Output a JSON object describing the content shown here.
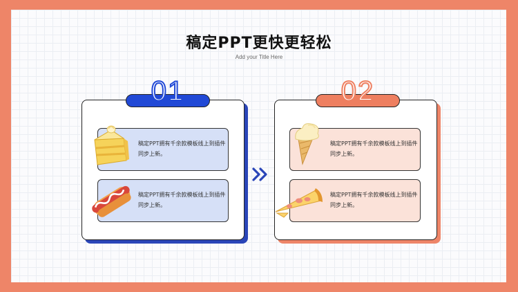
{
  "header": {
    "title": "稿定PPT更快更轻松",
    "subtitle": "Add your Title Here"
  },
  "cards": [
    {
      "number": "01",
      "accent": "#2149D6",
      "items": [
        {
          "icon": "cake-slice-icon",
          "text": "稿定PPT拥有千余款模板线上到插件同步上新。"
        },
        {
          "icon": "hot-dog-icon",
          "text": "稿定PPT拥有千余款模板线上到插件同步上新。"
        }
      ]
    },
    {
      "number": "02",
      "accent": "#EE7F60",
      "items": [
        {
          "icon": "ice-cream-cone-icon",
          "text": "稿定PPT拥有千余款模板线上到插件同步上新。"
        },
        {
          "icon": "pizza-slice-icon",
          "text": "稿定PPT拥有千余款模板线上到插件同步上新。"
        }
      ]
    }
  ],
  "connector": {
    "icon": "double-chevron-right-icon",
    "color": "#2A45B8"
  }
}
